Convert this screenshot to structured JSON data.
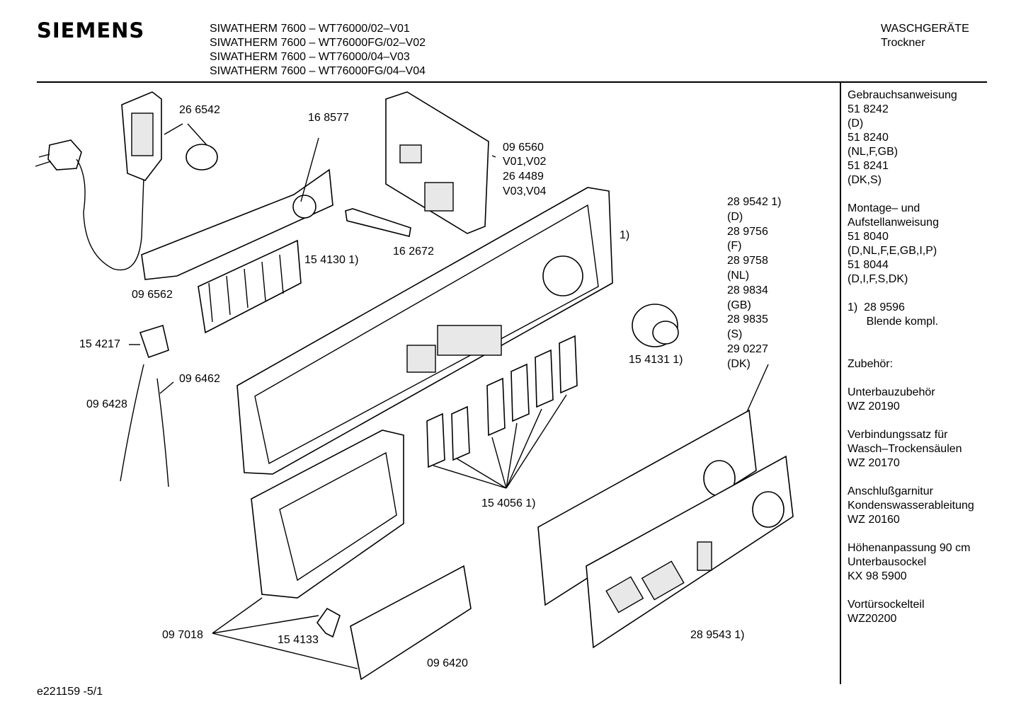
{
  "header": {
    "brand": "SIEMENS",
    "models": [
      "SIWATHERM 7600 – WT76000/02–V01",
      "SIWATHERM 7600 – WT76000FG/02–V02",
      "SIWATHERM 7600 – WT76000/04–V03",
      "SIWATHERM 7600 – WT76000FG/04–V04"
    ],
    "category": "WASCHGERÄTE",
    "subcategory": "Trockner"
  },
  "sidebar": {
    "lines": [
      "Gebrauchsanweisung",
      "51 8242",
      "(D)",
      "51 8240",
      "(NL,F,GB)",
      "51 8241",
      "(DK,S)",
      "",
      "Montage– und",
      "Aufstellanweisung",
      "51 8040",
      "(D,NL,F,E,GB,I,P)",
      "51 8044",
      "(D,I,F,S,DK)",
      "",
      "1)  28 9596",
      "      Blende kompl.",
      "",
      "",
      "Zubehör:",
      "",
      "Unterbauzubehör",
      "WZ 20190",
      "",
      "Verbindungssatz für",
      "Wasch–Trockensäulen",
      "WZ 20170",
      "",
      "Anschlußgarnitur",
      "Kondenswasserableitung",
      "WZ 20160",
      "",
      "Höhenanpassung 90 cm",
      "Unterbausockel",
      "KX 98 5900",
      "",
      "Vortürsockelteil",
      "WZ20200"
    ]
  },
  "part_labels": {
    "p266542": "26 6542",
    "p168577": "16 8577",
    "p096560": "09 6560",
    "v0102": "V01,V02",
    "p264489": "26 4489",
    "v0304": "V03,V04",
    "p096562": "09 6562",
    "p154130": "15 4130 1)",
    "p162672": "16 2672",
    "one_paren": "1)",
    "p154217": "15 4217",
    "p096462": "09 6462",
    "p096428": "09 6428",
    "p154131": "15 4131 1)",
    "p154056": "15 4056 1)",
    "p097018": "09 7018",
    "p154133": "15 4133",
    "p096420": "09 6420",
    "p289543": "28 9543 1)",
    "lang_list": [
      "28 9542 1)",
      "(D)",
      "28 9756",
      "(F)",
      "28 9758",
      "(NL)",
      "28 9834",
      "(GB)",
      "28 9835",
      "(S)",
      "29 0227",
      "(DK)"
    ]
  },
  "footer": {
    "code": "e221159 -5/1"
  }
}
